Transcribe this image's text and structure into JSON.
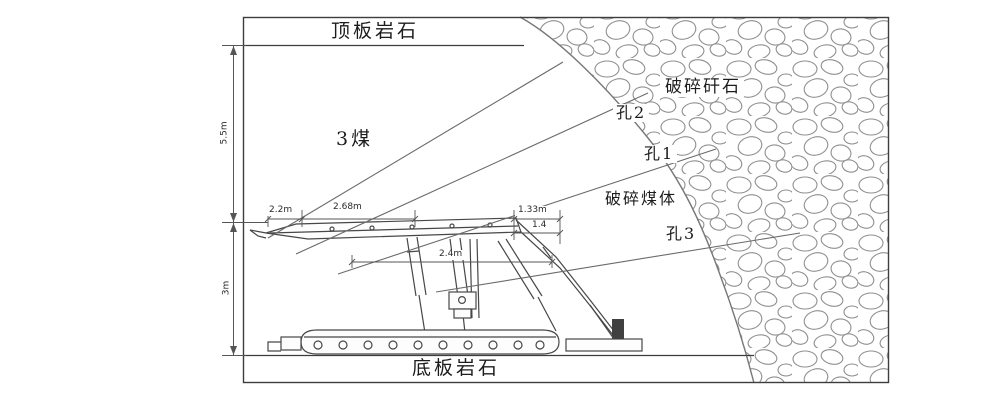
{
  "labels": {
    "roof": "顶板岩石",
    "floor": "底板岩石",
    "coal_seam": "3煤",
    "broken_gangue": "破碎矸石",
    "broken_coal": "破碎煤体",
    "hole1": "孔1",
    "hole2": "孔2",
    "hole3": "孔3"
  },
  "dimensions": {
    "left_upper": "5.5m",
    "left_lower": "3m",
    "canopy_front": "2.2m",
    "canopy_mid": "2.68m",
    "gap_upper": "1.33m",
    "gap_lower": "1.4",
    "under_canopy": "2.4m"
  },
  "colors": {
    "line": "#3d3d3d",
    "stone_outline": "#8f8f8f",
    "background": "#ffffff"
  }
}
